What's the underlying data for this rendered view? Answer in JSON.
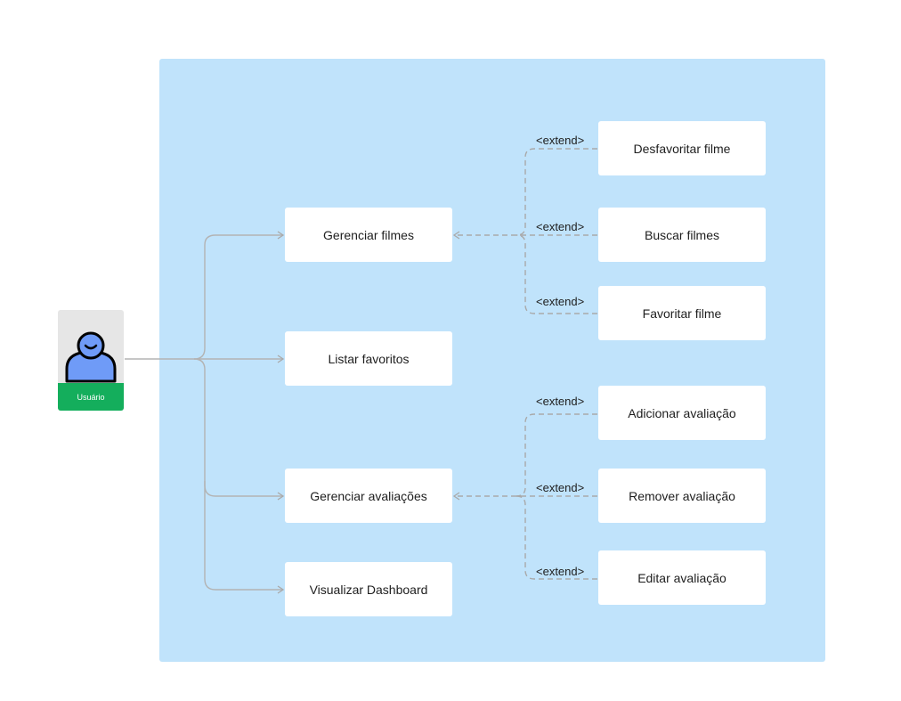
{
  "actor": {
    "label": "Usuário",
    "icon": "person-icon"
  },
  "use_cases": {
    "gerenciar_filmes": "Gerenciar filmes",
    "listar_favoritos": "Listar favoritos",
    "gerenciar_avaliacoes": "Gerenciar avaliações",
    "visualizar_dashboard": "Visualizar Dashboard",
    "desfavoritar_filme": "Desfavoritar filme",
    "buscar_filmes": "Buscar filmes",
    "favoritar_filme": "Favoritar filme",
    "adicionar_avaliacao": "Adicionar avaliação",
    "remover_avaliacao": "Remover avaliação",
    "editar_avaliacao": "Editar avaliação"
  },
  "extend_label": "<extend>",
  "colors": {
    "board": "#c0e3fb",
    "actor_label": "#14ae5c",
    "actor_figure": "#6f9bf7",
    "connector": "#b3b3b3"
  }
}
